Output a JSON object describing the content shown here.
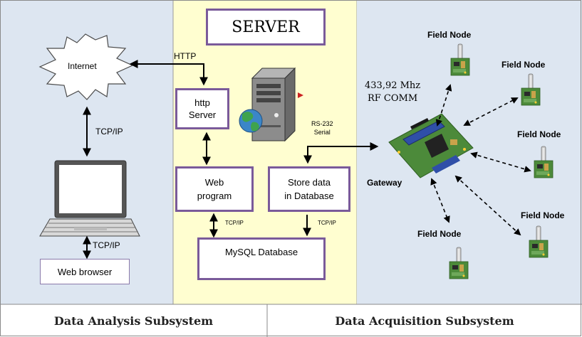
{
  "server": {
    "title": "SERVER"
  },
  "nodes": {
    "internet": "Internet",
    "http_server": [
      "http",
      "Server"
    ],
    "web_program": [
      "Web",
      "program"
    ],
    "store_data": [
      "Store data",
      "in Database"
    ],
    "mysql": "MySQL Database",
    "web_browser": "Web browser",
    "gateway": "Gateway",
    "field_node": "Field Node"
  },
  "links": {
    "http": "HTTP",
    "tcpip_laptop": "TCP/IP",
    "tcpip_browser": "TCP/IP",
    "tcpip_web_db": "TCP/IP",
    "tcpip_store_db": "TCP/IP",
    "rs232": [
      "RS-232",
      "Serial"
    ],
    "rf": [
      "433,92 Mhz",
      "RF COMM"
    ]
  },
  "footer": {
    "left": "Data Analysis Subsystem",
    "right": "Data Acquisition Subsystem"
  },
  "colors": {
    "panel_blue": "#dde6f1",
    "server_yellow": "#fffed0",
    "box_border": "#7a5a9a",
    "pcb_green": "#4c8a3a"
  }
}
